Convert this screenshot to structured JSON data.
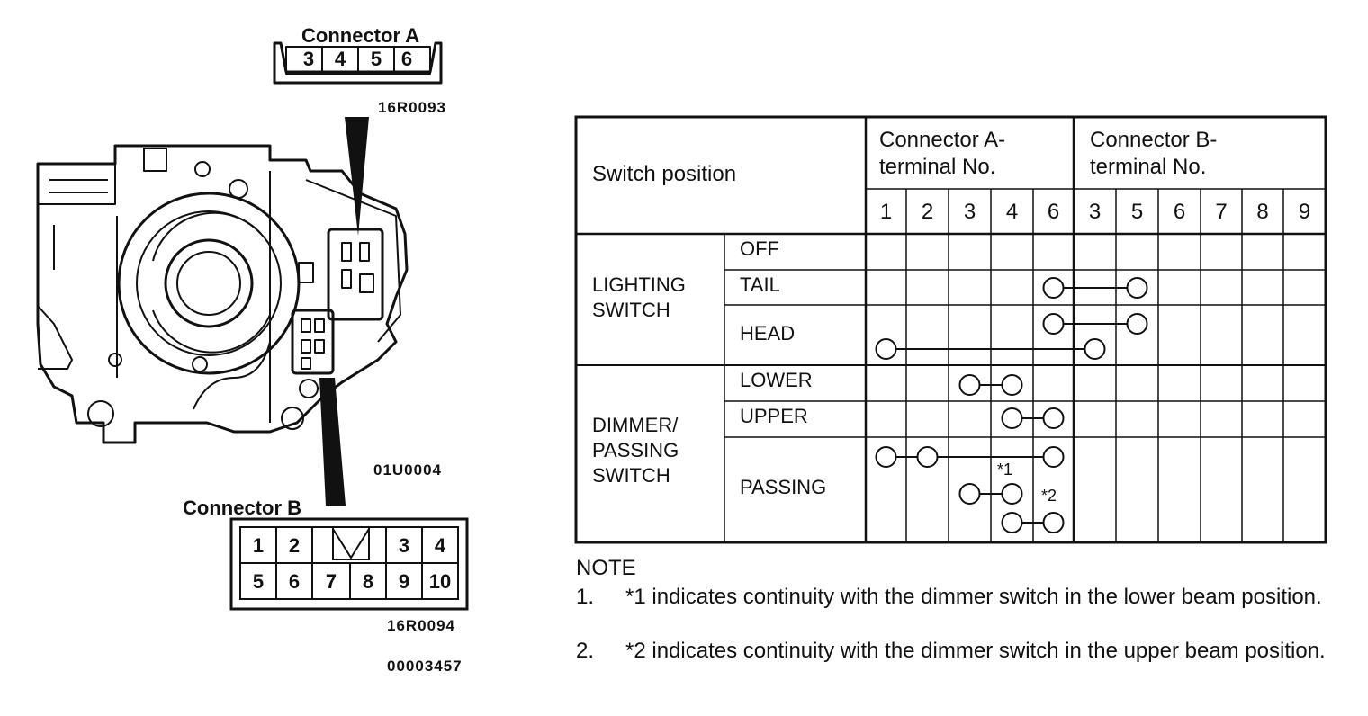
{
  "connector_a": {
    "title": "Connector A",
    "pins": [
      "3",
      "4",
      "5",
      "6"
    ],
    "code": "16R0093"
  },
  "switch_code": "01U0004",
  "connector_b": {
    "title": "Connector B",
    "pins_top": [
      "1",
      "2",
      "",
      "3",
      "4"
    ],
    "pins_bottom": [
      "5",
      "6",
      "7",
      "8",
      "9",
      "10"
    ],
    "code": "16R0094"
  },
  "figure_code": "00003457",
  "table": {
    "switch_position_header": "Switch position",
    "connector_a_header": "Connector A-terminal No.",
    "connector_b_header": "Connector B-terminal No.",
    "terminals_a": [
      "1",
      "2",
      "3",
      "4",
      "6"
    ],
    "terminals_b": [
      "3",
      "5",
      "6",
      "7",
      "8",
      "9"
    ],
    "groups": [
      {
        "name": "LIGHTING SWITCH",
        "positions": [
          "OFF",
          "TAIL",
          "HEAD"
        ]
      },
      {
        "name": "DIMMER/ PASSING SWITCH",
        "positions": [
          "LOWER",
          "UPPER",
          "PASSING"
        ]
      }
    ],
    "footnote_marks": [
      "*1",
      "*2"
    ]
  },
  "note": {
    "heading": "NOTE",
    "items": [
      {
        "num": "1.",
        "text": "*1 indicates continuity with the dimmer switch in the lower beam position."
      },
      {
        "num": "2.",
        "text": "*2 indicates continuity with the dimmer switch in the upper beam position."
      }
    ]
  }
}
